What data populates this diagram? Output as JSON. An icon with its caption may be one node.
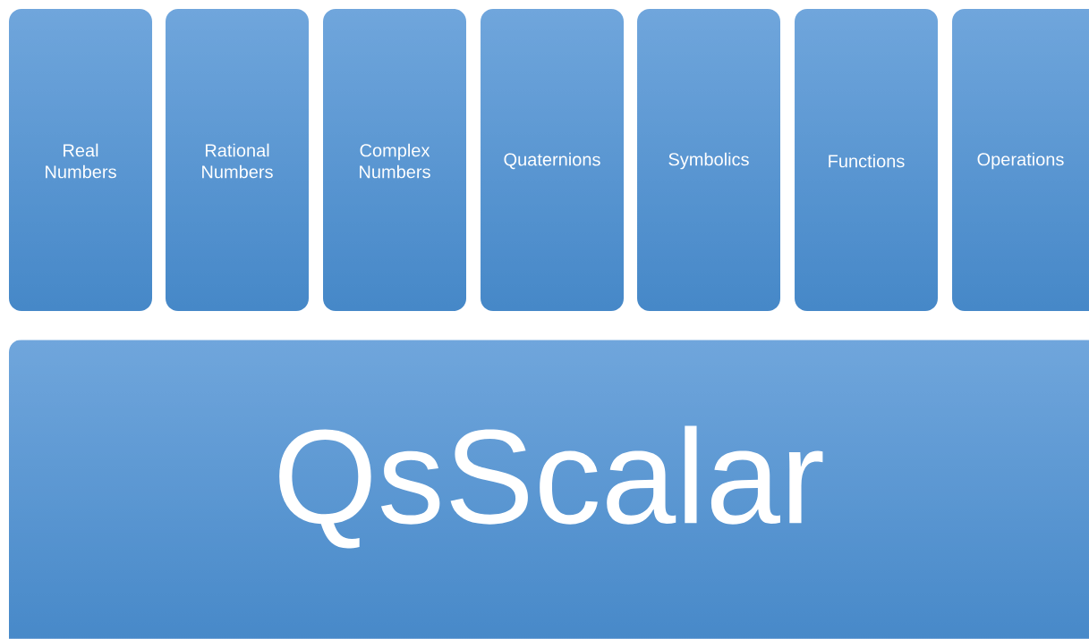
{
  "diagram": {
    "nodes": [
      {
        "text": [
          "Real Numbers"
        ]
      },
      {
        "text": [
          "Rational Numbers"
        ]
      },
      {
        "text": [
          "Complex Numbers"
        ]
      },
      {
        "text": [
          "Quaternions"
        ]
      },
      {
        "text": [
          "Symbolics"
        ]
      },
      {
        "text": [
          "Functions"
        ]
      },
      {
        "text": [
          "Operations"
        ]
      },
      {
        "text": [
          "QsScalar"
        ]
      }
    ]
  }
}
